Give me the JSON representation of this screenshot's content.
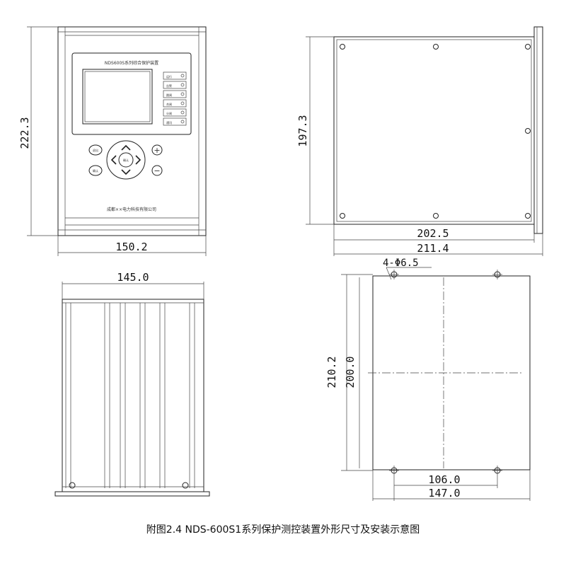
{
  "front_view": {
    "device_title": "NDS600S系列综合保护装置",
    "company": "成都××电力科技有限公司",
    "keys": {
      "left_top": "退出",
      "left_bottom": "确认",
      "center": "确认",
      "plus": "+",
      "minus": "−"
    },
    "led_labels": [
      "运行",
      "告警",
      "跳闸",
      "合闸",
      "分闸",
      "通讯"
    ],
    "height_dim": "222.3",
    "width_dim": "150.2"
  },
  "side_view": {
    "height_dim": "197.3",
    "depth_dim": "202.5",
    "total_depth_dim": "211.4"
  },
  "top_view": {
    "width_dim": "145.0"
  },
  "cutout_view": {
    "hole_label": "4-Φ6.5",
    "outer_height_dim": "210.2",
    "inner_height_dim": "200.0",
    "hole_spacing_dim": "106.0",
    "outer_width_dim": "147.0"
  },
  "caption": "附图2.4 NDS-600S1系列保护测控装置外形尺寸及安装示意图"
}
